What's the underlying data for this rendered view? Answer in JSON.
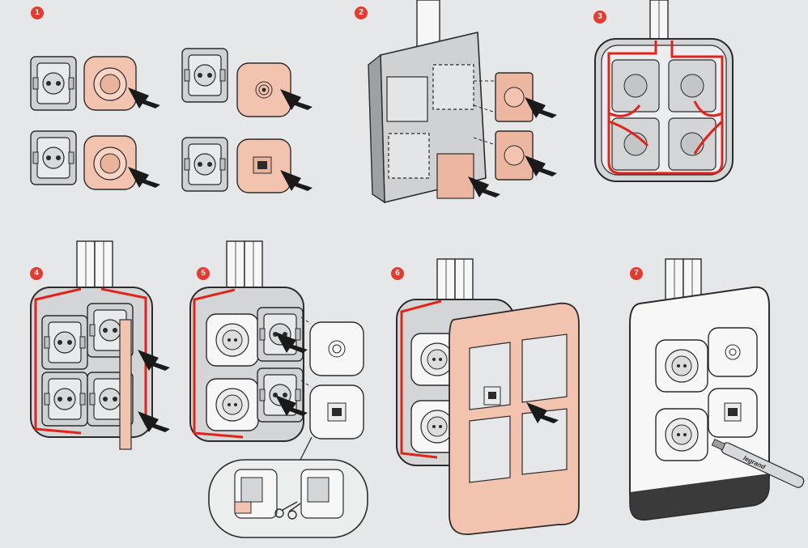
{
  "colors": {
    "background": "#e6e7e8",
    "badge": "#e63a2e",
    "salmon": "#f2c3ae",
    "wire": "#e2231a",
    "plate": "#f4f4f4",
    "outline": "#2b2b2b"
  },
  "steps": [
    {
      "number": "1"
    },
    {
      "number": "2"
    },
    {
      "number": "3"
    },
    {
      "number": "4"
    },
    {
      "number": "5"
    },
    {
      "number": "6"
    },
    {
      "number": "7"
    }
  ],
  "logo_text": "legrand"
}
